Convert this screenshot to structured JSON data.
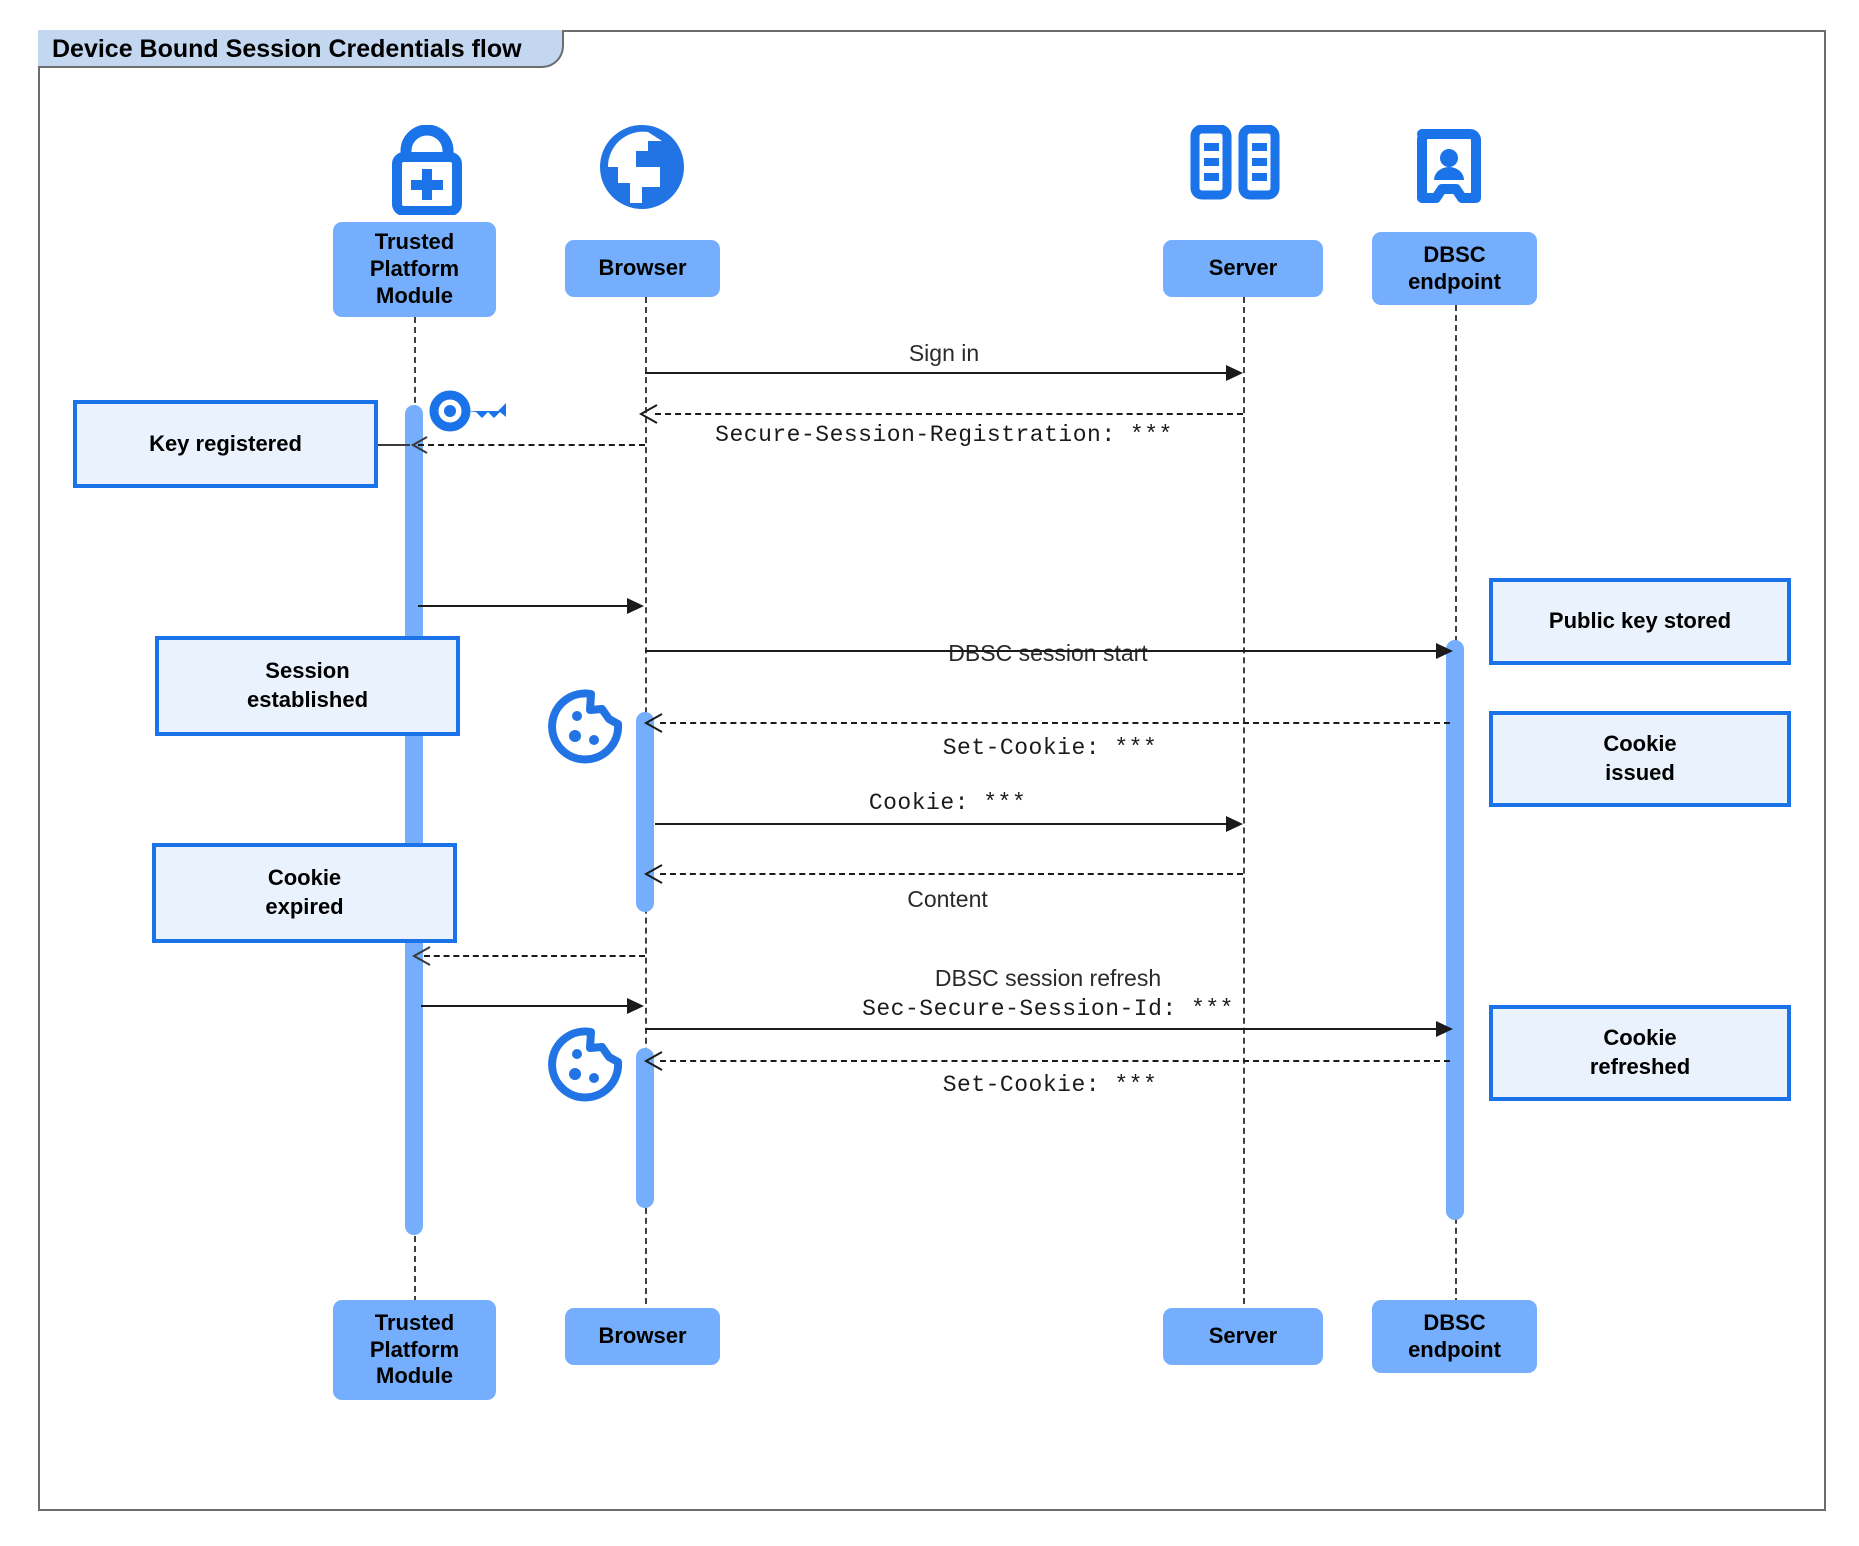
{
  "frame": {
    "title": "Device Bound Session Credentials flow"
  },
  "colors": {
    "participant_fill": "#74aefc",
    "note_fill": "#eaf2fd",
    "note_border": "#1a73e8",
    "icon_blue": "#1a73e8",
    "activation_fill": "#74aefc",
    "frame_title_fill": "#c3d7f0",
    "frame_border": "#6d6d6d"
  },
  "participants": [
    {
      "id": "tpm",
      "label": "Trusted\nPlatform\nModule",
      "label_line1": "Trusted",
      "label_line2": "Platform",
      "label_line3": "Module",
      "icon": "padlock-plus-icon"
    },
    {
      "id": "browser",
      "label": "Browser",
      "icon": "globe-icon"
    },
    {
      "id": "server",
      "label": "Server",
      "icon": "server-rack-icon"
    },
    {
      "id": "dbsc",
      "label": "DBSC\nendpoint",
      "label_line1": "DBSC",
      "label_line2": "endpoint",
      "icon": "id-badge-icon"
    }
  ],
  "messages": [
    {
      "id": "m1",
      "text": "Sign in",
      "from": "browser",
      "to": "server",
      "style": "solid",
      "mono": false
    },
    {
      "id": "m2",
      "text": "Secure-Session-Registration: ***",
      "from": "server",
      "to": "browser",
      "style": "dashed",
      "mono": true
    },
    {
      "id": "m3",
      "text": "DBSC session start",
      "from": "browser",
      "to": "dbsc",
      "style": "solid",
      "mono": false
    },
    {
      "id": "m4",
      "text": "Set-Cookie: ***",
      "from": "dbsc",
      "to": "browser",
      "style": "dashed",
      "mono": true
    },
    {
      "id": "m5",
      "text": "Cookie: ***",
      "from": "browser",
      "to": "server",
      "style": "solid",
      "mono": true
    },
    {
      "id": "m6",
      "text": "Content",
      "from": "server",
      "to": "browser",
      "style": "dashed",
      "mono": false
    },
    {
      "id": "m7",
      "text": "DBSC session refresh",
      "from": "browser",
      "to": "dbsc",
      "style": "solid",
      "mono": false
    },
    {
      "id": "m7b",
      "text": "Sec-Secure-Session-Id: ***",
      "from": "browser",
      "to": "dbsc",
      "style": "solid",
      "mono": true
    },
    {
      "id": "m8",
      "text": "Set-Cookie: ***",
      "from": "dbsc",
      "to": "browser",
      "style": "dashed",
      "mono": true
    }
  ],
  "notes": [
    {
      "id": "n1",
      "text": "Key registered",
      "side": "left",
      "attached_to": "tpm"
    },
    {
      "id": "n2",
      "text": "Session\nestablished",
      "line1": "Session",
      "line2": "established",
      "side": "left",
      "attached_to": "tpm"
    },
    {
      "id": "n3",
      "text": "Cookie\nexpired",
      "line1": "Cookie",
      "line2": "expired",
      "side": "left",
      "attached_to": "tpm"
    },
    {
      "id": "n4",
      "text": "Public key stored",
      "side": "right",
      "attached_to": "dbsc"
    },
    {
      "id": "n5",
      "text": "Cookie\nissued",
      "line1": "Cookie",
      "line2": "issued",
      "side": "right",
      "attached_to": "dbsc"
    },
    {
      "id": "n6",
      "text": "Cookie\nrefreshed",
      "line1": "Cookie",
      "line2": "refreshed",
      "side": "right",
      "attached_to": "dbsc"
    }
  ],
  "inline_icons": [
    {
      "id": "key",
      "name": "key-icon",
      "near": "tpm"
    },
    {
      "id": "cookie1",
      "name": "cookie-icon",
      "near": "browser"
    },
    {
      "id": "cookie2",
      "name": "cookie-icon",
      "near": "browser"
    }
  ]
}
